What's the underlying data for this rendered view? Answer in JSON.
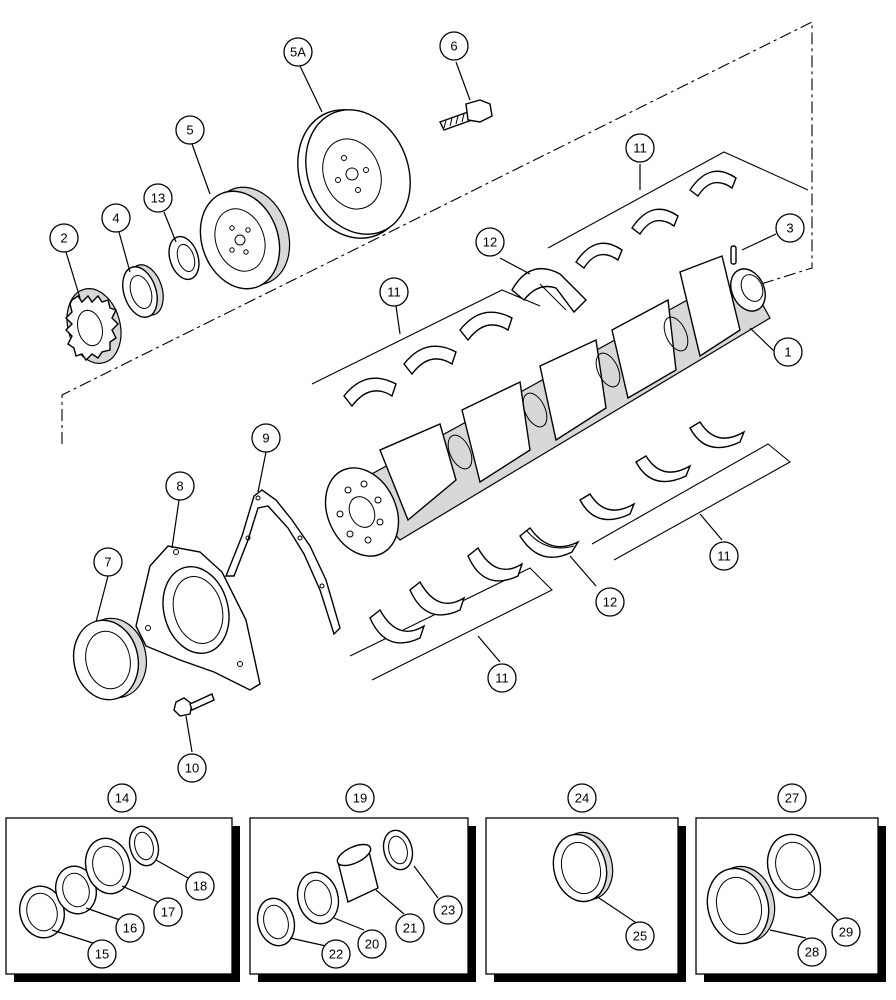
{
  "callouts": {
    "c1": "1",
    "c2": "2",
    "c3": "3",
    "c4": "4",
    "c5": "5",
    "c5a": "5A",
    "c6": "6",
    "c7": "7",
    "c8": "8",
    "c9": "9",
    "c10": "10",
    "c11a": "11",
    "c11b": "11",
    "c11c": "11",
    "c11d": "11",
    "c12a": "12",
    "c12b": "12",
    "c13": "13",
    "c14": "14",
    "c15": "15",
    "c16": "16",
    "c17": "17",
    "c18": "18",
    "c19": "19",
    "c20": "20",
    "c21": "21",
    "c22": "22",
    "c23": "23",
    "c24": "24",
    "c25": "25",
    "c27": "27",
    "c28": "28",
    "c29": "29"
  }
}
